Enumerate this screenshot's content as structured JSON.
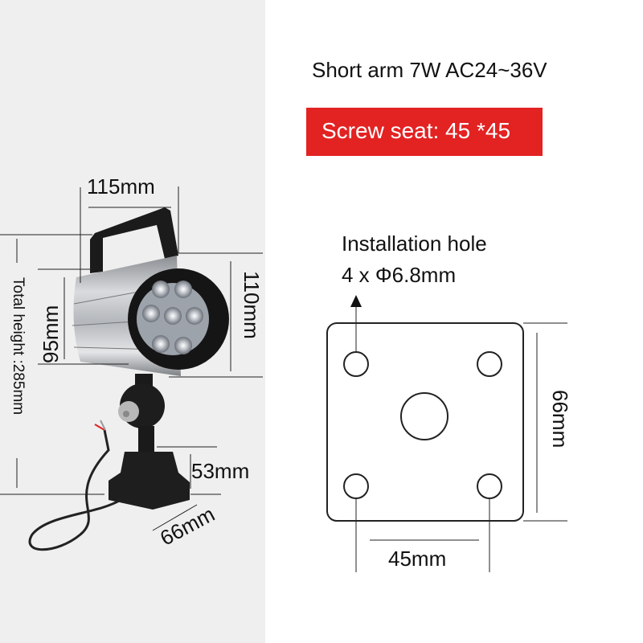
{
  "header": {
    "title": "Short arm 7W AC24~36V",
    "badge": "Screw seat: 45 *45",
    "badge_color": "#e32222"
  },
  "lamp_dimensions": {
    "width": "115mm",
    "body_height": "95mm",
    "head_diameter": "110mm",
    "total_height": "Total height :285mm",
    "base_height": "53mm",
    "base_width": "66mm"
  },
  "mounting_plate": {
    "hole_label": "Installation hole",
    "hole_spec": "4 x Φ6.8mm",
    "plate_size": "66mm",
    "hole_spacing": "45mm"
  }
}
